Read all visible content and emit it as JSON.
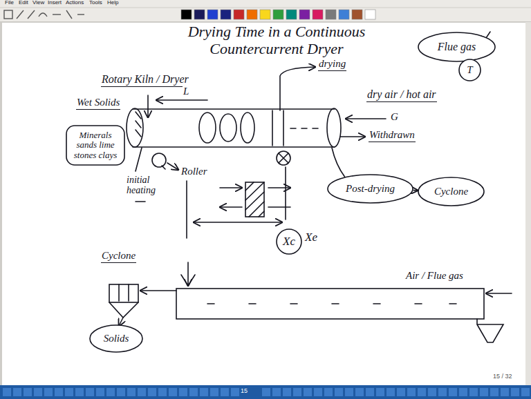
{
  "diagram": {
    "title": "Drying Time in a Continuous Countercurrent Dryer",
    "nodes": [
      {
        "text": [
          "Flue gas"
        ]
      },
      {
        "text": [
          "T"
        ]
      },
      {
        "text": [
          "Minerals sands lime stones clays"
        ]
      },
      {
        "text": [
          "Post-drying"
        ]
      },
      {
        "text": [
          "Cyclone"
        ]
      },
      {
        "text": [
          "Xc"
        ]
      },
      {
        "text": [
          "Solids"
        ]
      }
    ],
    "edges": [
      {
        "from": 3,
        "to": 4,
        "arrow": "to"
      }
    ],
    "labels": [
      "File",
      "Edit",
      "View",
      "Insert",
      "Actions",
      "Tools",
      "Help",
      "Rotary Kiln / Dryer",
      "Wet Solids",
      "L",
      "drying",
      "dry air / hot air",
      "G",
      "Withdrawn",
      "Roller",
      "initial heating",
      "Xe",
      "Cyclone",
      "Air / Flue gas",
      "15 / 32",
      "15"
    ]
  }
}
